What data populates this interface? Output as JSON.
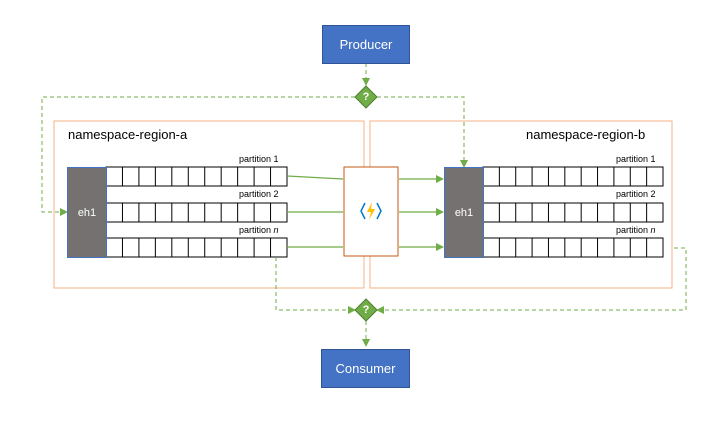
{
  "producer": {
    "label": "Producer"
  },
  "consumer": {
    "label": "Consumer"
  },
  "decision_top": {
    "label": "?"
  },
  "decision_bottom": {
    "label": "?"
  },
  "region_a": {
    "label": "namespace-region-a",
    "hub": "eh1",
    "partitions": [
      "partition 1",
      "partition 2",
      "partition n"
    ]
  },
  "region_b": {
    "label": "namespace-region-b",
    "hub": "eh1",
    "partitions": [
      "partition 1",
      "partition 2",
      "partition n"
    ]
  },
  "function_icon": "azure-function-lightning-icon",
  "colors": {
    "node_blue": "#4472c4",
    "decision_green": "#70ad47",
    "region_border": "#f4b183",
    "function_border": "#c55a11",
    "hub_gray": "#767171",
    "lightning_yellow": "#ffc000",
    "bracket_blue": "#0078d4"
  }
}
